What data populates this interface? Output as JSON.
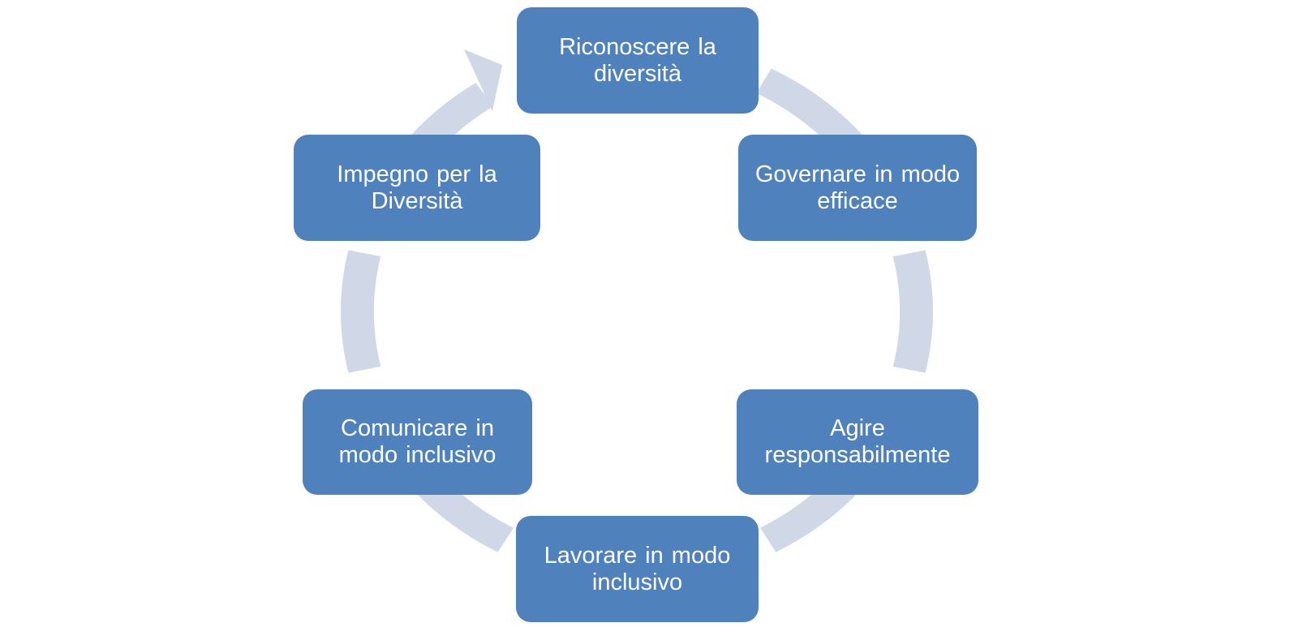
{
  "diagram": {
    "colors": {
      "node_fill": "#4f81bd",
      "node_text": "#ffffff",
      "ring": "#d0d8e8",
      "background": "#ffffff"
    },
    "nodes": [
      {
        "line1": "Riconoscere la",
        "line2": "diversità"
      },
      {
        "line1": "Governare in modo",
        "line2": "efficace"
      },
      {
        "line1": "Agire",
        "line2": "responsabilmente"
      },
      {
        "line1": "Lavorare in modo",
        "line2": "inclusivo"
      },
      {
        "line1": "Comunicare in",
        "line2": "modo inclusivo"
      },
      {
        "line1": "Impegno per la",
        "line2": "Diversità"
      }
    ]
  }
}
